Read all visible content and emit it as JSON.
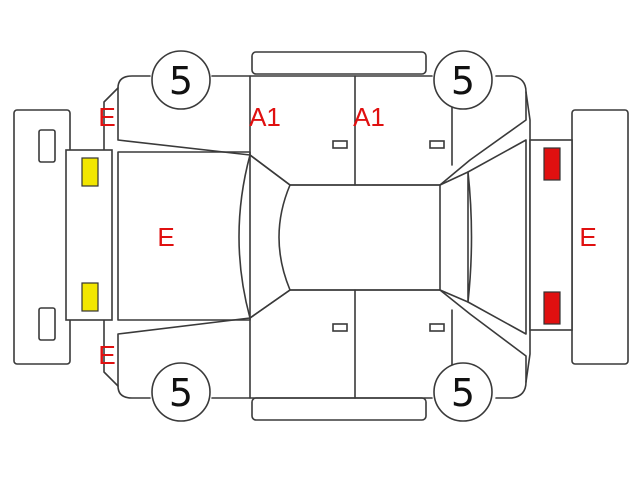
{
  "diagram": {
    "wheel_grades": {
      "front_left": "5",
      "rear_left": "5",
      "front_right": "5",
      "rear_right": "5"
    },
    "damage_marks": {
      "front_left_fender": "E",
      "front_left_door": "A1",
      "rear_left_door": "A1",
      "hood": "E",
      "front_right_fender": "E",
      "rear_bumper": "E"
    },
    "colors": {
      "mark_text": "#e01010",
      "headlight_indicator": "#f2e600",
      "taillight_indicator": "#e01010",
      "outline": "#3a3a3a"
    }
  }
}
